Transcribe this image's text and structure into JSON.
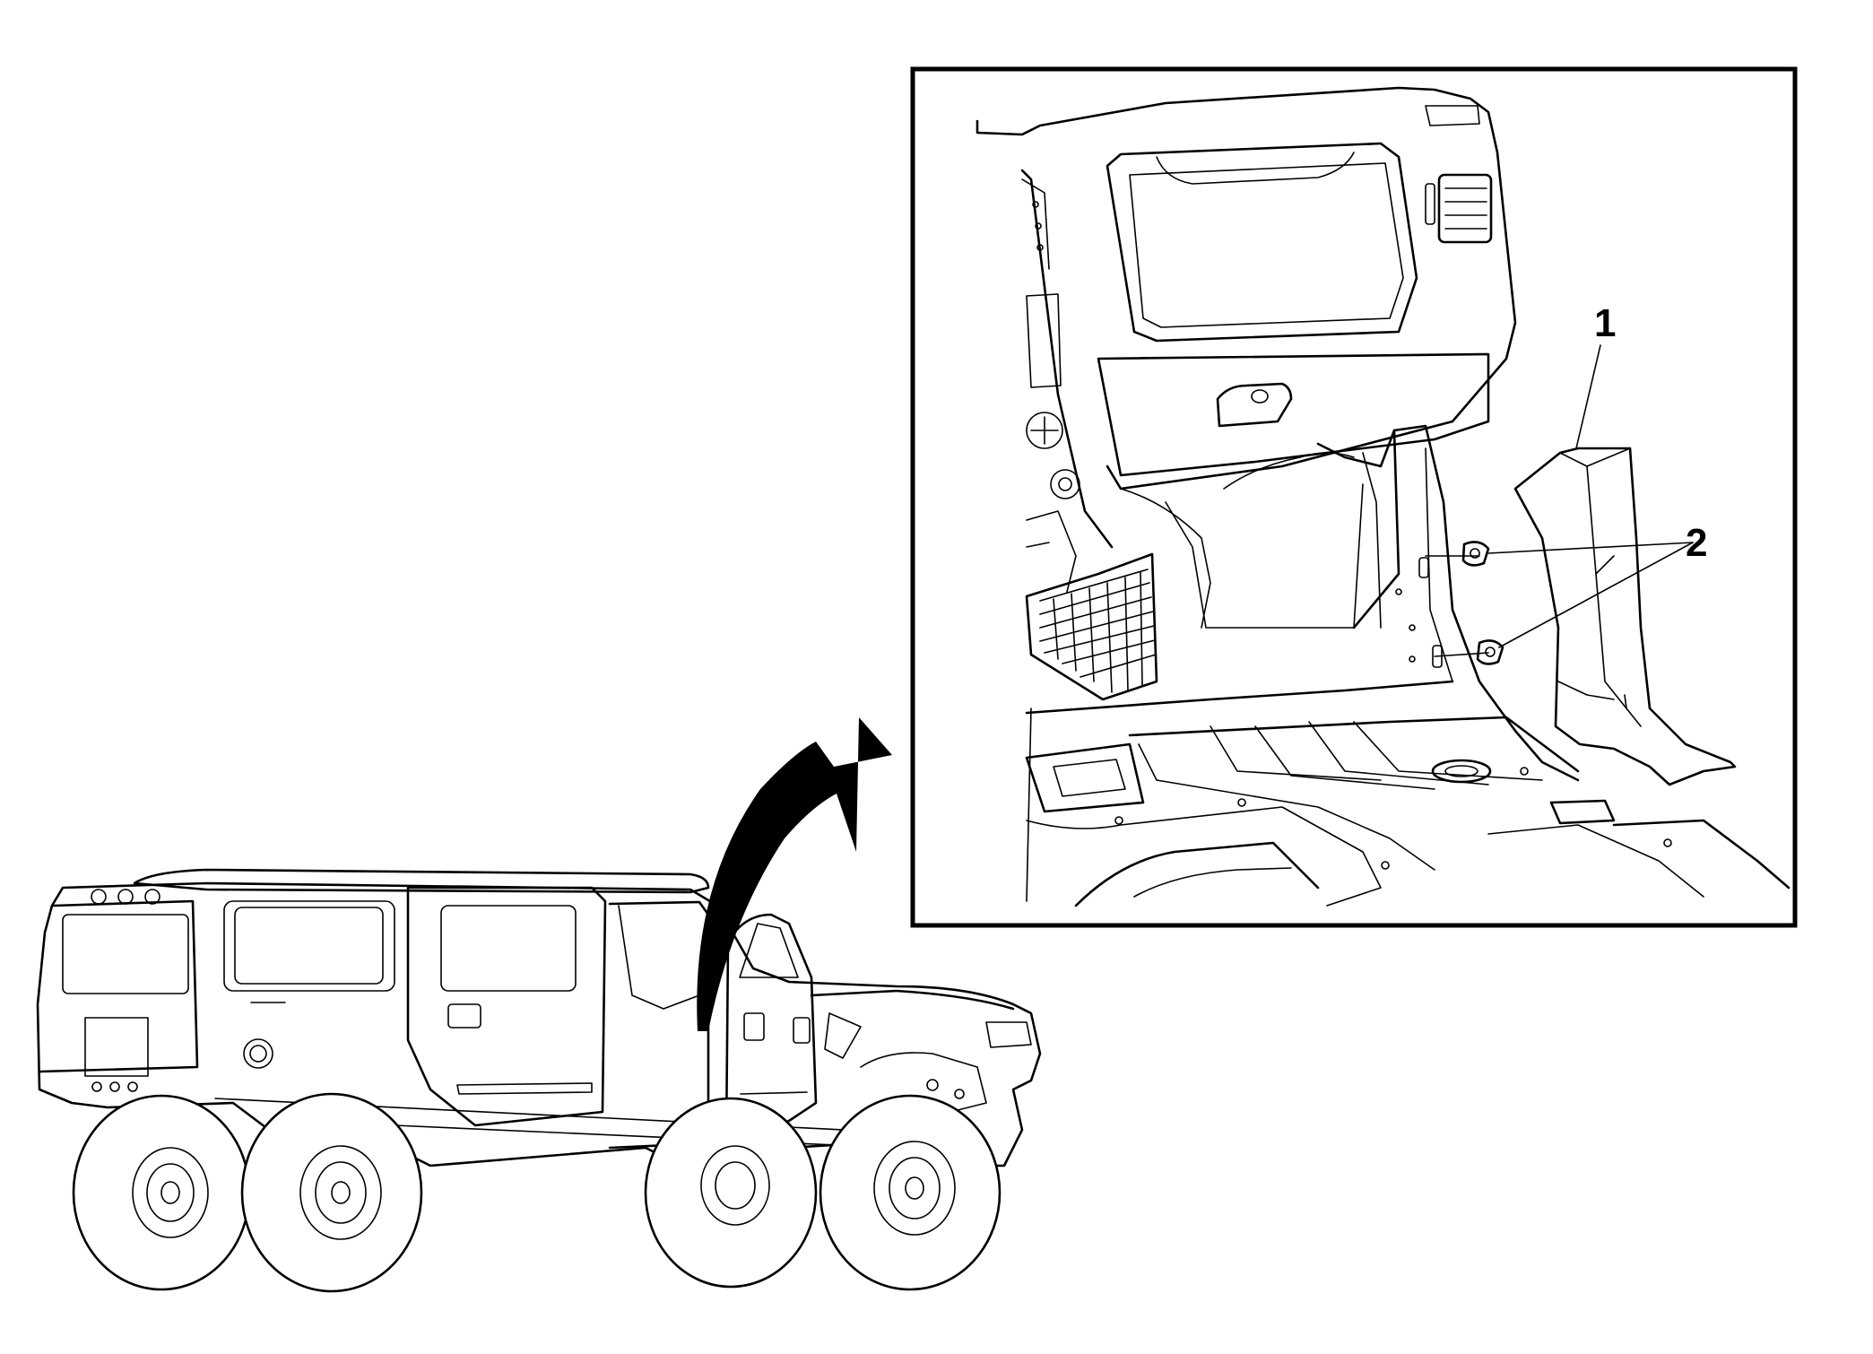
{
  "callouts": {
    "c1": "1",
    "c2": "2"
  },
  "colors": {
    "line": "#000000",
    "background": "#ffffff"
  },
  "parts": {
    "overview": "vehicle-side-view",
    "detail": "passenger-footwell-pillar-trim",
    "arrow": "curved-direction-arrow"
  }
}
